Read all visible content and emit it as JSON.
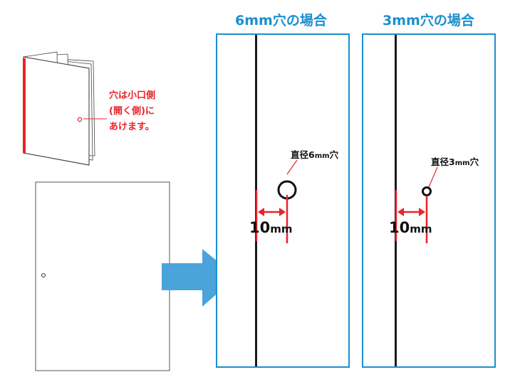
{
  "instruction": {
    "lines": [
      "穴は小口側",
      "(開く側)に",
      "あけます。"
    ]
  },
  "panels": [
    {
      "title": "6mm穴の場合",
      "hole_label_prefix": "直径",
      "hole_label_value": "6",
      "hole_label_unit": "mm",
      "hole_label_suffix": "穴",
      "distance_value": "10",
      "distance_unit": "mm"
    },
    {
      "title": "3mm穴の場合",
      "hole_label_prefix": "直径",
      "hole_label_value": "3",
      "hole_label_unit": "mm",
      "hole_label_suffix": "穴",
      "distance_value": "10",
      "distance_unit": "mm"
    }
  ],
  "colors": {
    "title_blue": "#1a8fd0",
    "panel_border": "#1a8fd0",
    "accent_red": "#e8232a",
    "arrow_blue": "#4aa3db"
  },
  "icons": {
    "booklet": "open-booklet-illustration",
    "arrow": "right-arrow-icon"
  }
}
